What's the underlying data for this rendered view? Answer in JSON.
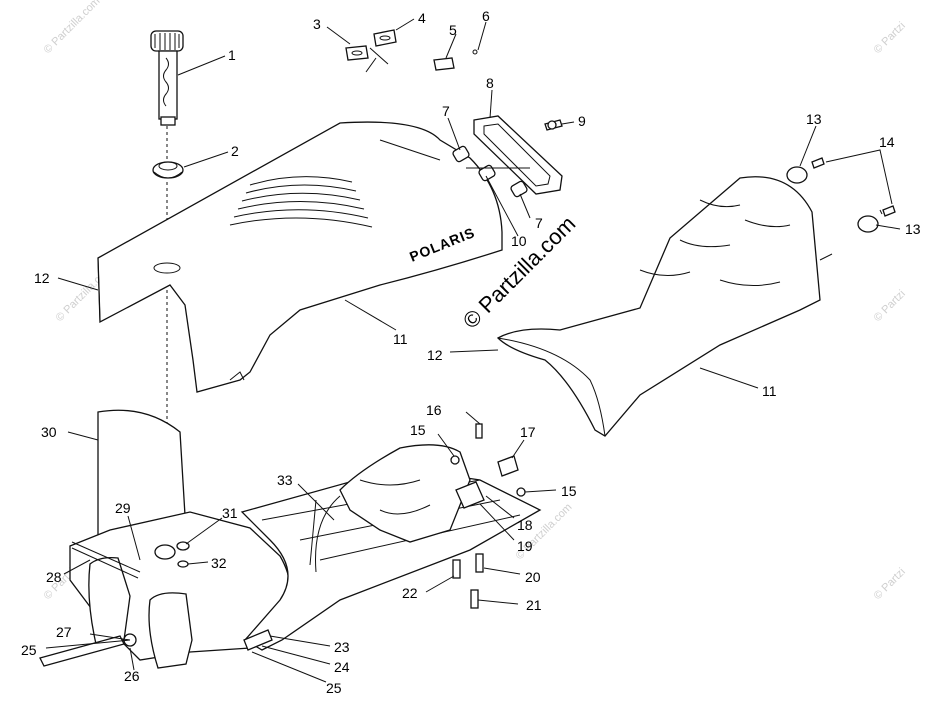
{
  "watermark": {
    "main": "© Partzilla.com",
    "corner": "© Partzilla.com",
    "short": "© Partzi"
  },
  "brand_logo": "POLARIS",
  "callouts": {
    "c1": "1",
    "c2": "2",
    "c3": "3",
    "c4": "4",
    "c5": "5",
    "c6": "6",
    "c7a": "7",
    "c7b": "7",
    "c8": "8",
    "c9": "9",
    "c10": "10",
    "c11a": "11",
    "c11b": "11",
    "c12a": "12",
    "c12b": "12",
    "c13a": "13",
    "c13b": "13",
    "c14": "14",
    "c15a": "15",
    "c15b": "15",
    "c16": "16",
    "c17": "17",
    "c18": "18",
    "c19": "19",
    "c20": "20",
    "c21": "21",
    "c22": "22",
    "c23": "23",
    "c24": "24",
    "c25a": "25",
    "c25b": "25",
    "c26": "26",
    "c27": "27",
    "c28": "28",
    "c29": "29",
    "c30": "30",
    "c31": "31",
    "c32": "32",
    "c33": "33"
  }
}
